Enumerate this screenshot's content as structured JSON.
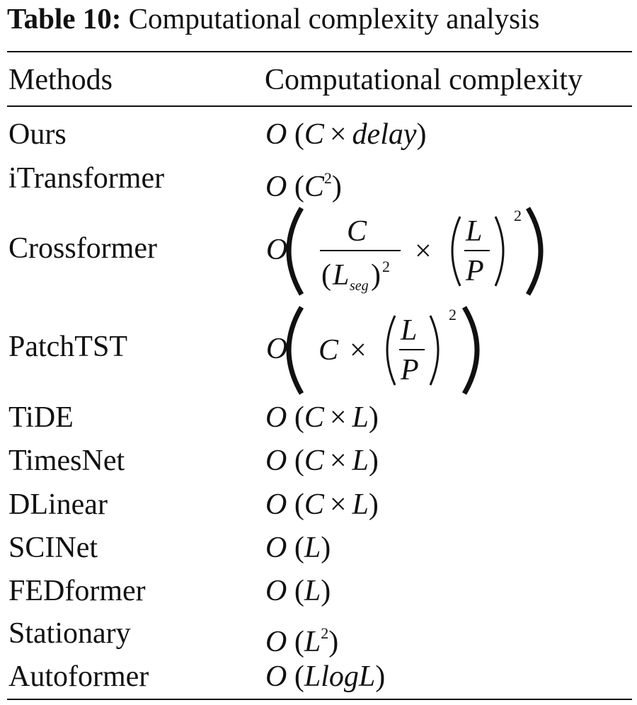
{
  "caption": {
    "label": "Table 10:",
    "text": "Computational complexity analysis"
  },
  "table": {
    "headers": [
      "Methods",
      "Computational complexity"
    ],
    "rows": [
      {
        "method": "Ours",
        "complexity": "O (C × delay)"
      },
      {
        "method": "iTransformer",
        "complexity": "O (C²)"
      },
      {
        "method": "Crossformer",
        "complexity": "O( C / (L_seg)² × (L/P)² )"
      },
      {
        "method": "PatchTST",
        "complexity": "O( C × (L/P)² )"
      },
      {
        "method": "TiDE",
        "complexity": "O (C × L)"
      },
      {
        "method": "TimesNet",
        "complexity": "O (C × L)"
      },
      {
        "method": "DLinear",
        "complexity": "O (C × L)"
      },
      {
        "method": "SCINet",
        "complexity": "O (L)"
      },
      {
        "method": "FEDformer",
        "complexity": "O (L)"
      },
      {
        "method": "Stationary",
        "complexity": "O (L²)"
      },
      {
        "method": "Autoformer",
        "complexity": "O (LlogL)"
      }
    ]
  }
}
